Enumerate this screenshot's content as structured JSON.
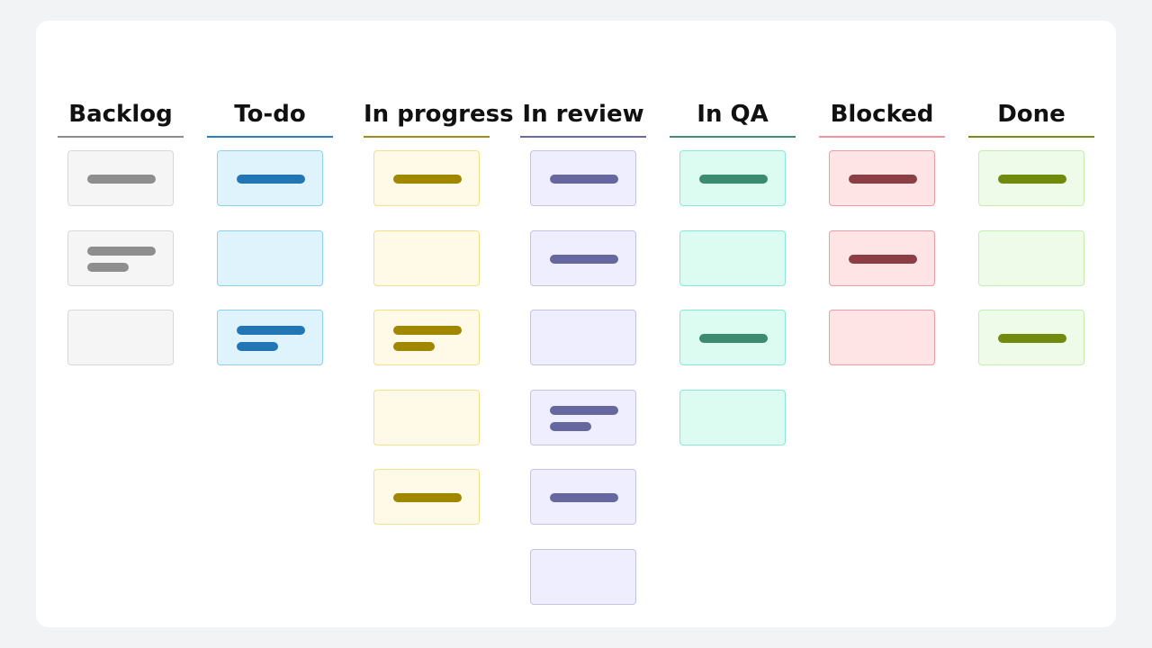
{
  "columns": [
    {
      "id": "backlog",
      "title": "Backlog",
      "accent": "#8c8c8c",
      "card_bg": "#f5f5f5",
      "card_border": "#d8d8d8",
      "bar": "#8e8e8e",
      "cards": [
        {
          "lines": 1
        },
        {
          "lines": 2
        },
        {
          "lines": 0
        }
      ]
    },
    {
      "id": "todo",
      "title": "To-do",
      "accent": "#2f7fbf",
      "card_bg": "#dff3fd",
      "card_border": "#8fd0ee",
      "bar": "#2376b4",
      "cards": [
        {
          "lines": 1
        },
        {
          "lines": 0
        },
        {
          "lines": 2
        }
      ]
    },
    {
      "id": "in-progress",
      "title": "In progress",
      "accent": "#a58a1a",
      "card_bg": "#fff9e8",
      "card_border": "#f7df8a",
      "bar": "#a18600",
      "cards": [
        {
          "lines": 1
        },
        {
          "lines": 0
        },
        {
          "lines": 2
        },
        {
          "lines": 0
        },
        {
          "lines": 1
        }
      ]
    },
    {
      "id": "in-review",
      "title": "In review",
      "accent": "#6c6aa6",
      "card_bg": "#eeeefe",
      "card_border": "#c3c3ea",
      "bar": "#67679f",
      "cards": [
        {
          "lines": 1
        },
        {
          "lines": 1
        },
        {
          "lines": 0
        },
        {
          "lines": 2
        },
        {
          "lines": 1
        },
        {
          "lines": 0
        }
      ]
    },
    {
      "id": "in-qa",
      "title": "In QA",
      "accent": "#3f8d77",
      "card_bg": "#dcfbf1",
      "card_border": "#88ead3",
      "bar": "#3c8a70",
      "cards": [
        {
          "lines": 1
        },
        {
          "lines": 0
        },
        {
          "lines": 1
        },
        {
          "lines": 0
        }
      ]
    },
    {
      "id": "blocked",
      "title": "Blocked",
      "accent": "#f2939c",
      "card_bg": "#ffe4e6",
      "card_border": "#f19ba2",
      "bar": "#8b3f45",
      "cards": [
        {
          "lines": 1
        },
        {
          "lines": 1
        },
        {
          "lines": 0
        }
      ]
    },
    {
      "id": "done",
      "title": "Done",
      "accent": "#7a8a15",
      "card_bg": "#eefbe8",
      "card_border": "#c2efaf",
      "bar": "#6f8a0c",
      "cards": [
        {
          "lines": 1
        },
        {
          "lines": 0
        },
        {
          "lines": 1
        }
      ]
    }
  ]
}
